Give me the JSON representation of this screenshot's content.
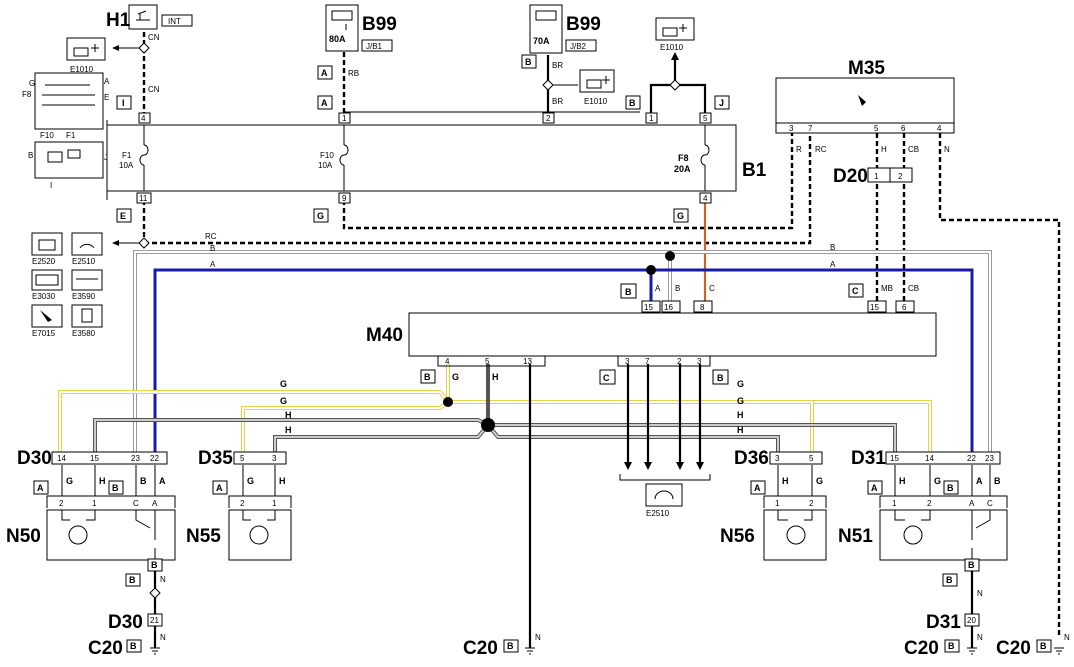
{
  "components": {
    "h1": {
      "code": "H1",
      "tag": "INT"
    },
    "b99a": {
      "code": "B99",
      "fuse": "80A",
      "tag": "J/B1"
    },
    "b99b": {
      "code": "B99",
      "fuse": "70A",
      "tag": "J/B2"
    },
    "m35": {
      "code": "M35"
    },
    "b1": {
      "code": "B1",
      "f1": "F1",
      "f1_amp": "10A",
      "f10": "F10",
      "f10_amp": "10A",
      "f8": "F8",
      "f8_amp": "20A"
    },
    "m40": {
      "code": "M40"
    },
    "d20": {
      "code": "D20"
    },
    "n50": {
      "code": "N50"
    },
    "n55": {
      "code": "N55"
    },
    "n56": {
      "code": "N56"
    },
    "n51": {
      "code": "N51"
    }
  },
  "connectors": {
    "d30": "D30",
    "d35": "D35",
    "d36": "D36",
    "d31": "D31",
    "d30b": "D30",
    "d31b": "D31",
    "c20": "C20"
  },
  "ref_codes": {
    "e1010": "E1010",
    "e2520": "E2520",
    "e2510": "E2510",
    "e3030": "E3030",
    "e3590": "E3590",
    "e7015": "E7015",
    "e3580": "E3580"
  },
  "inset_labels": {
    "g": "G",
    "a": "A",
    "f8": "F8",
    "e": "E",
    "f10": "F10",
    "f1": "F1",
    "b": "B",
    "j": "J",
    "i": "I"
  },
  "pins": {
    "b1_top": [
      "4",
      "1",
      "2",
      "1",
      "5"
    ],
    "b1_bottom": [
      "11",
      "9",
      "4"
    ],
    "m35": [
      "3",
      "7",
      "5",
      "6",
      "4"
    ],
    "d20": [
      "1",
      "2"
    ],
    "m40_top": [
      "15",
      "16",
      "8",
      "15",
      "6"
    ],
    "m40_bottom": [
      "4",
      "5",
      "13",
      "3",
      "7",
      "2",
      "3"
    ],
    "d30": [
      "14",
      "15",
      "23",
      "22"
    ],
    "d35": [
      "5",
      "3"
    ],
    "d36": [
      "3",
      "5"
    ],
    "d31": [
      "15",
      "14",
      "22",
      "23"
    ],
    "n50": [
      "2",
      "1",
      "C",
      "A"
    ],
    "n55": [
      "2",
      "1"
    ],
    "n56": [
      "1",
      "2"
    ],
    "n51": [
      "1",
      "2",
      "A",
      "C"
    ],
    "d30b": "21",
    "d31b": "20"
  },
  "wire_labels": {
    "cn": "CN",
    "rb": "RB",
    "br": "BR",
    "r": "R",
    "rc": "RC",
    "h": "H",
    "cb": "CB",
    "n": "N",
    "b": "B",
    "a": "A",
    "c": "C",
    "mb": "MB",
    "g": "G"
  },
  "section_letters": {
    "a": "A",
    "b": "B",
    "c": "C",
    "e": "E",
    "g": "G",
    "i": "I",
    "j": "J"
  },
  "colors": {
    "blue_wire": "#1a1aa8",
    "yellow_wire": "#e3d54a",
    "orange_wire": "#c8642a",
    "grey_wire": "#9a9a9a"
  }
}
